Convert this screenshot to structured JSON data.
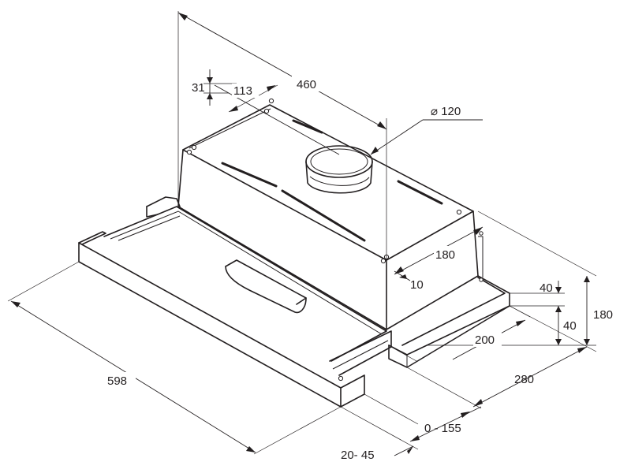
{
  "dimensions": {
    "d460": "460",
    "d31": "31",
    "d113": "113",
    "d120": "⌀ 120",
    "d180_depth": "180",
    "d10": "10",
    "d40_top": "40",
    "d40_bottom": "40",
    "d180_height": "180",
    "d200": "200",
    "d280": "280",
    "d598": "598",
    "d0_155": "0 - 155",
    "d20_45": "20- 45"
  },
  "colors": {
    "line": "#231f20",
    "background": "#ffffff"
  }
}
